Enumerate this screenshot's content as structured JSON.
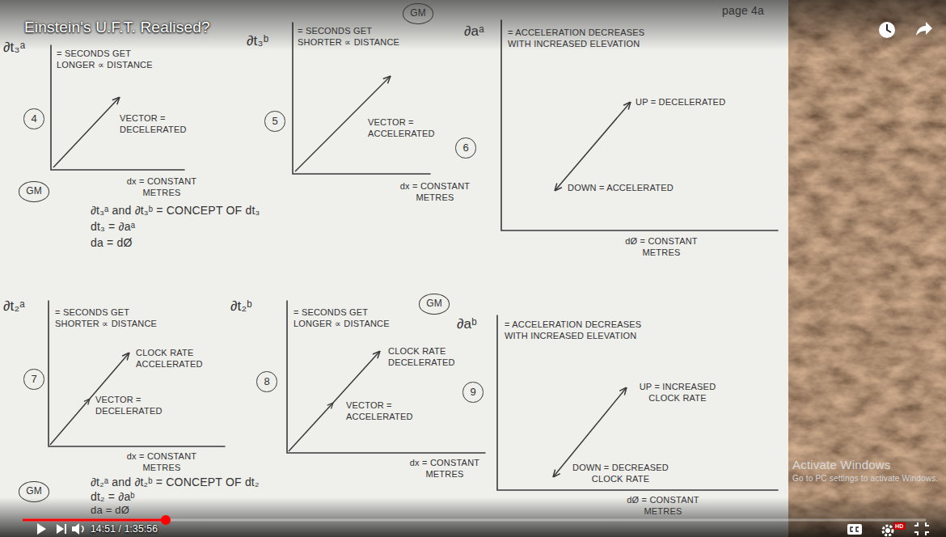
{
  "diagram": {
    "title": "Einstein's U.F.T. Realised?",
    "nodes": [
      {
        "text": [
          "GM"
        ]
      },
      {
        "text": [
          "4"
        ]
      },
      {
        "text": [
          "5"
        ]
      },
      {
        "text": [
          "6"
        ]
      },
      {
        "text": [
          "GM"
        ]
      },
      {
        "text": [
          "GM"
        ]
      },
      {
        "text": [
          "7"
        ]
      },
      {
        "text": [
          "8"
        ]
      },
      {
        "text": [
          "9"
        ]
      },
      {
        "text": [
          "GM"
        ]
      }
    ],
    "labels": [
      "page 4a",
      "∂t₃ᵃ",
      "= SECONDS GET LONGER ∝ DISTANCE",
      "VECTOR = DECELERATED",
      "dx = CONSTANT METRES",
      "∂t₃ᵇ",
      "= SECONDS GET SHORTER ∝ DISTANCE",
      "VECTOR = ACCELERATED",
      "dx = CONSTANT METRES",
      "∂aᵃ",
      "= ACCELERATION DECREASES WITH INCREASED ELEVATION",
      "UP = DECELERATED",
      "DOWN = ACCELERATED",
      "dØ = CONSTANT METRES",
      "∂t₃ᵃ and ∂t₃ᵇ = CONCEPT OF dt₃",
      "dt₃ = ∂aᵃ",
      "da = dØ",
      "∂t₂ᵃ",
      "= SECONDS GET SHORTER ∝ DISTANCE",
      "CLOCK RATE ACCELERATED",
      "VECTOR = DECELERATED",
      "dx = CONSTANT METRES",
      "∂t₂ᵇ",
      "= SECONDS GET LONGER ∝ DISTANCE",
      "CLOCK RATE DECELERATED",
      "VECTOR = ACCELERATED",
      "dx = CONSTANT METRES",
      "∂aᵇ",
      "= ACCELERATION DECREASES WITH INCREASED ELEVATION",
      "UP = INCREASED CLOCK RATE",
      "DOWN = DECREASED CLOCK RATE",
      "dØ = CONSTANT METRES",
      "∂t₂ᵃ and ∂t₂ᵇ = CONCEPT OF dt₂",
      "dt₂ = ∂aᵇ",
      "da = dØ",
      "Activate Windows",
      "Go to PC settings to activate Windows.",
      "14:51 / 1:35:56",
      "HD"
    ]
  }
}
